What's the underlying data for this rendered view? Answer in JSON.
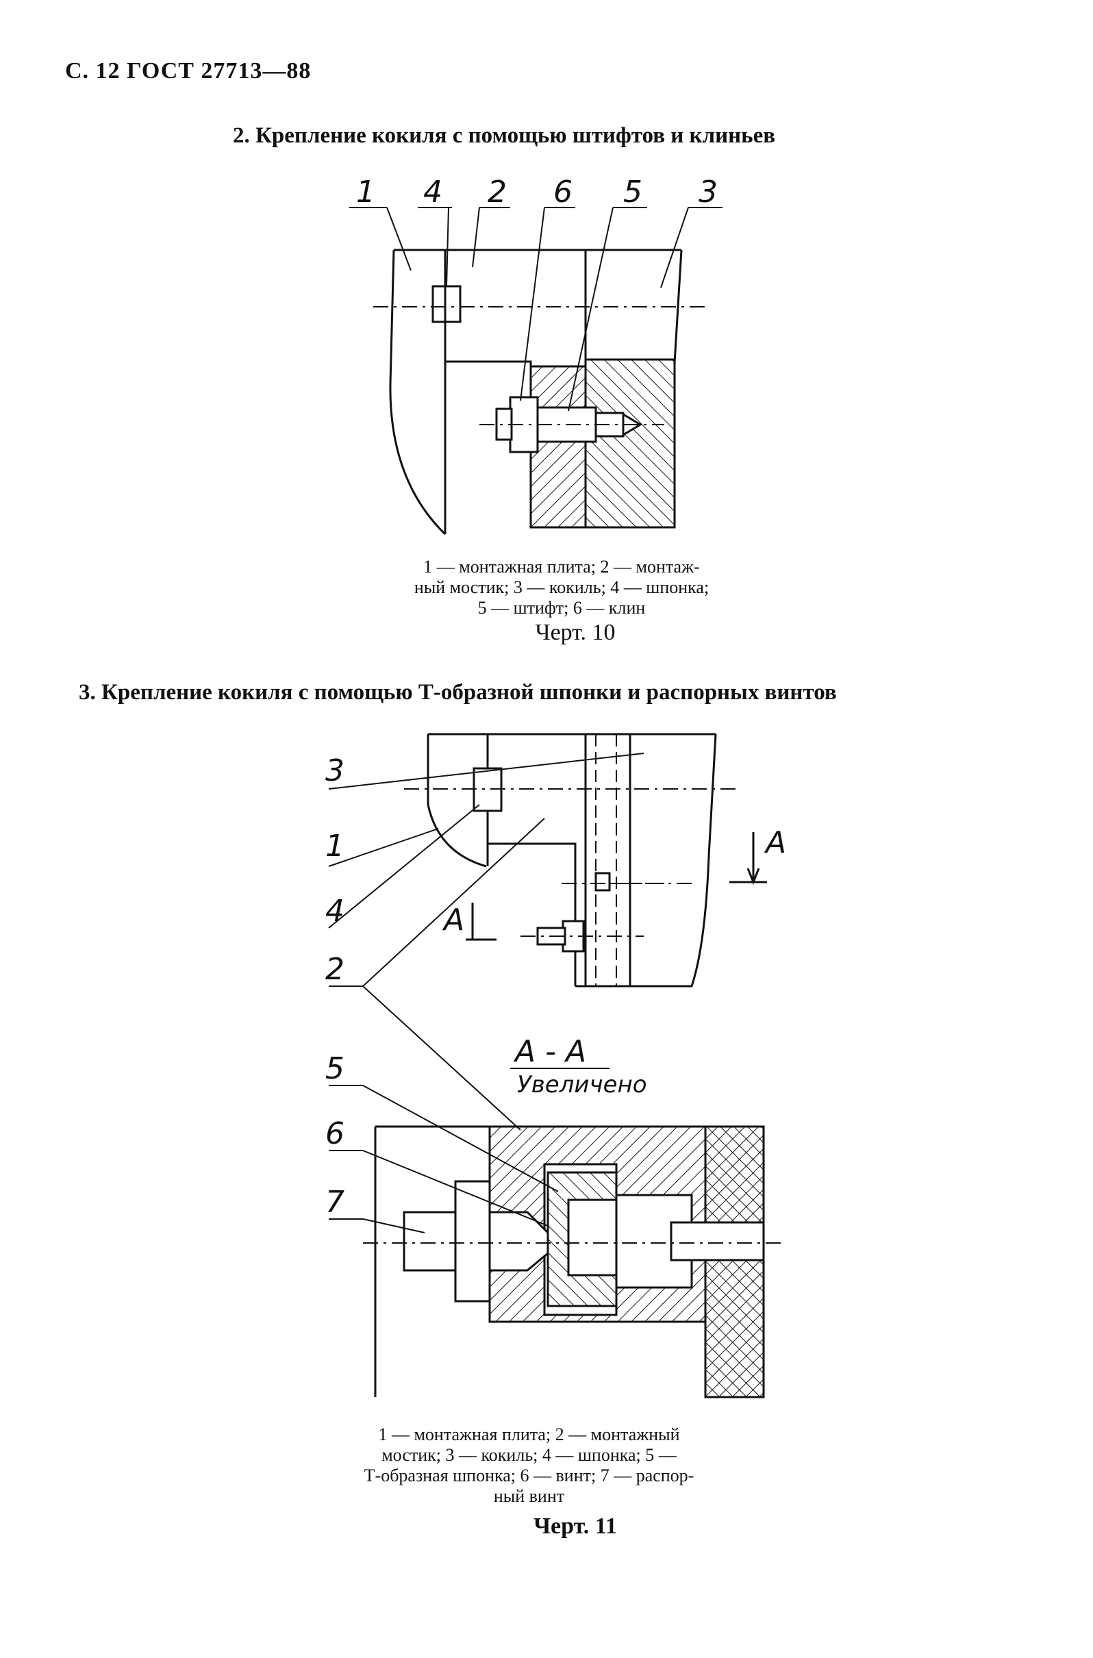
{
  "header": {
    "text": "С. 12 ГОСТ 27713—88"
  },
  "section2": {
    "heading": "2. Крепление кокиля с помощью штифтов и клиньев",
    "callouts": [
      "1",
      "4",
      "2",
      "6",
      "5",
      "3"
    ],
    "caption_lines": [
      "1 — монтажная плита; 2 — монтаж-",
      "ный мостик; 3 — кокиль; 4 — шпонка;",
      "5 — штифт; 6 — клин"
    ],
    "figure_label": "Черт. 10"
  },
  "section3": {
    "heading": "3. Крепление кокиля с помощью Т-образной шпонки и распорных винтов",
    "callouts": [
      "3",
      "1",
      "4",
      "2",
      "5",
      "6",
      "7"
    ],
    "section_mark": "A",
    "section_view_title": "А - А",
    "section_view_subtitle": "Увеличено",
    "caption_lines": [
      "1 — монтажная плита; 2 — монтажный",
      "мостик; 3 — кокиль; 4 — шпонка; 5 —",
      "Т-образная шпонка; 6 — винт; 7 — распор-",
      "ный винт"
    ],
    "figure_label": "Черт. 11"
  }
}
